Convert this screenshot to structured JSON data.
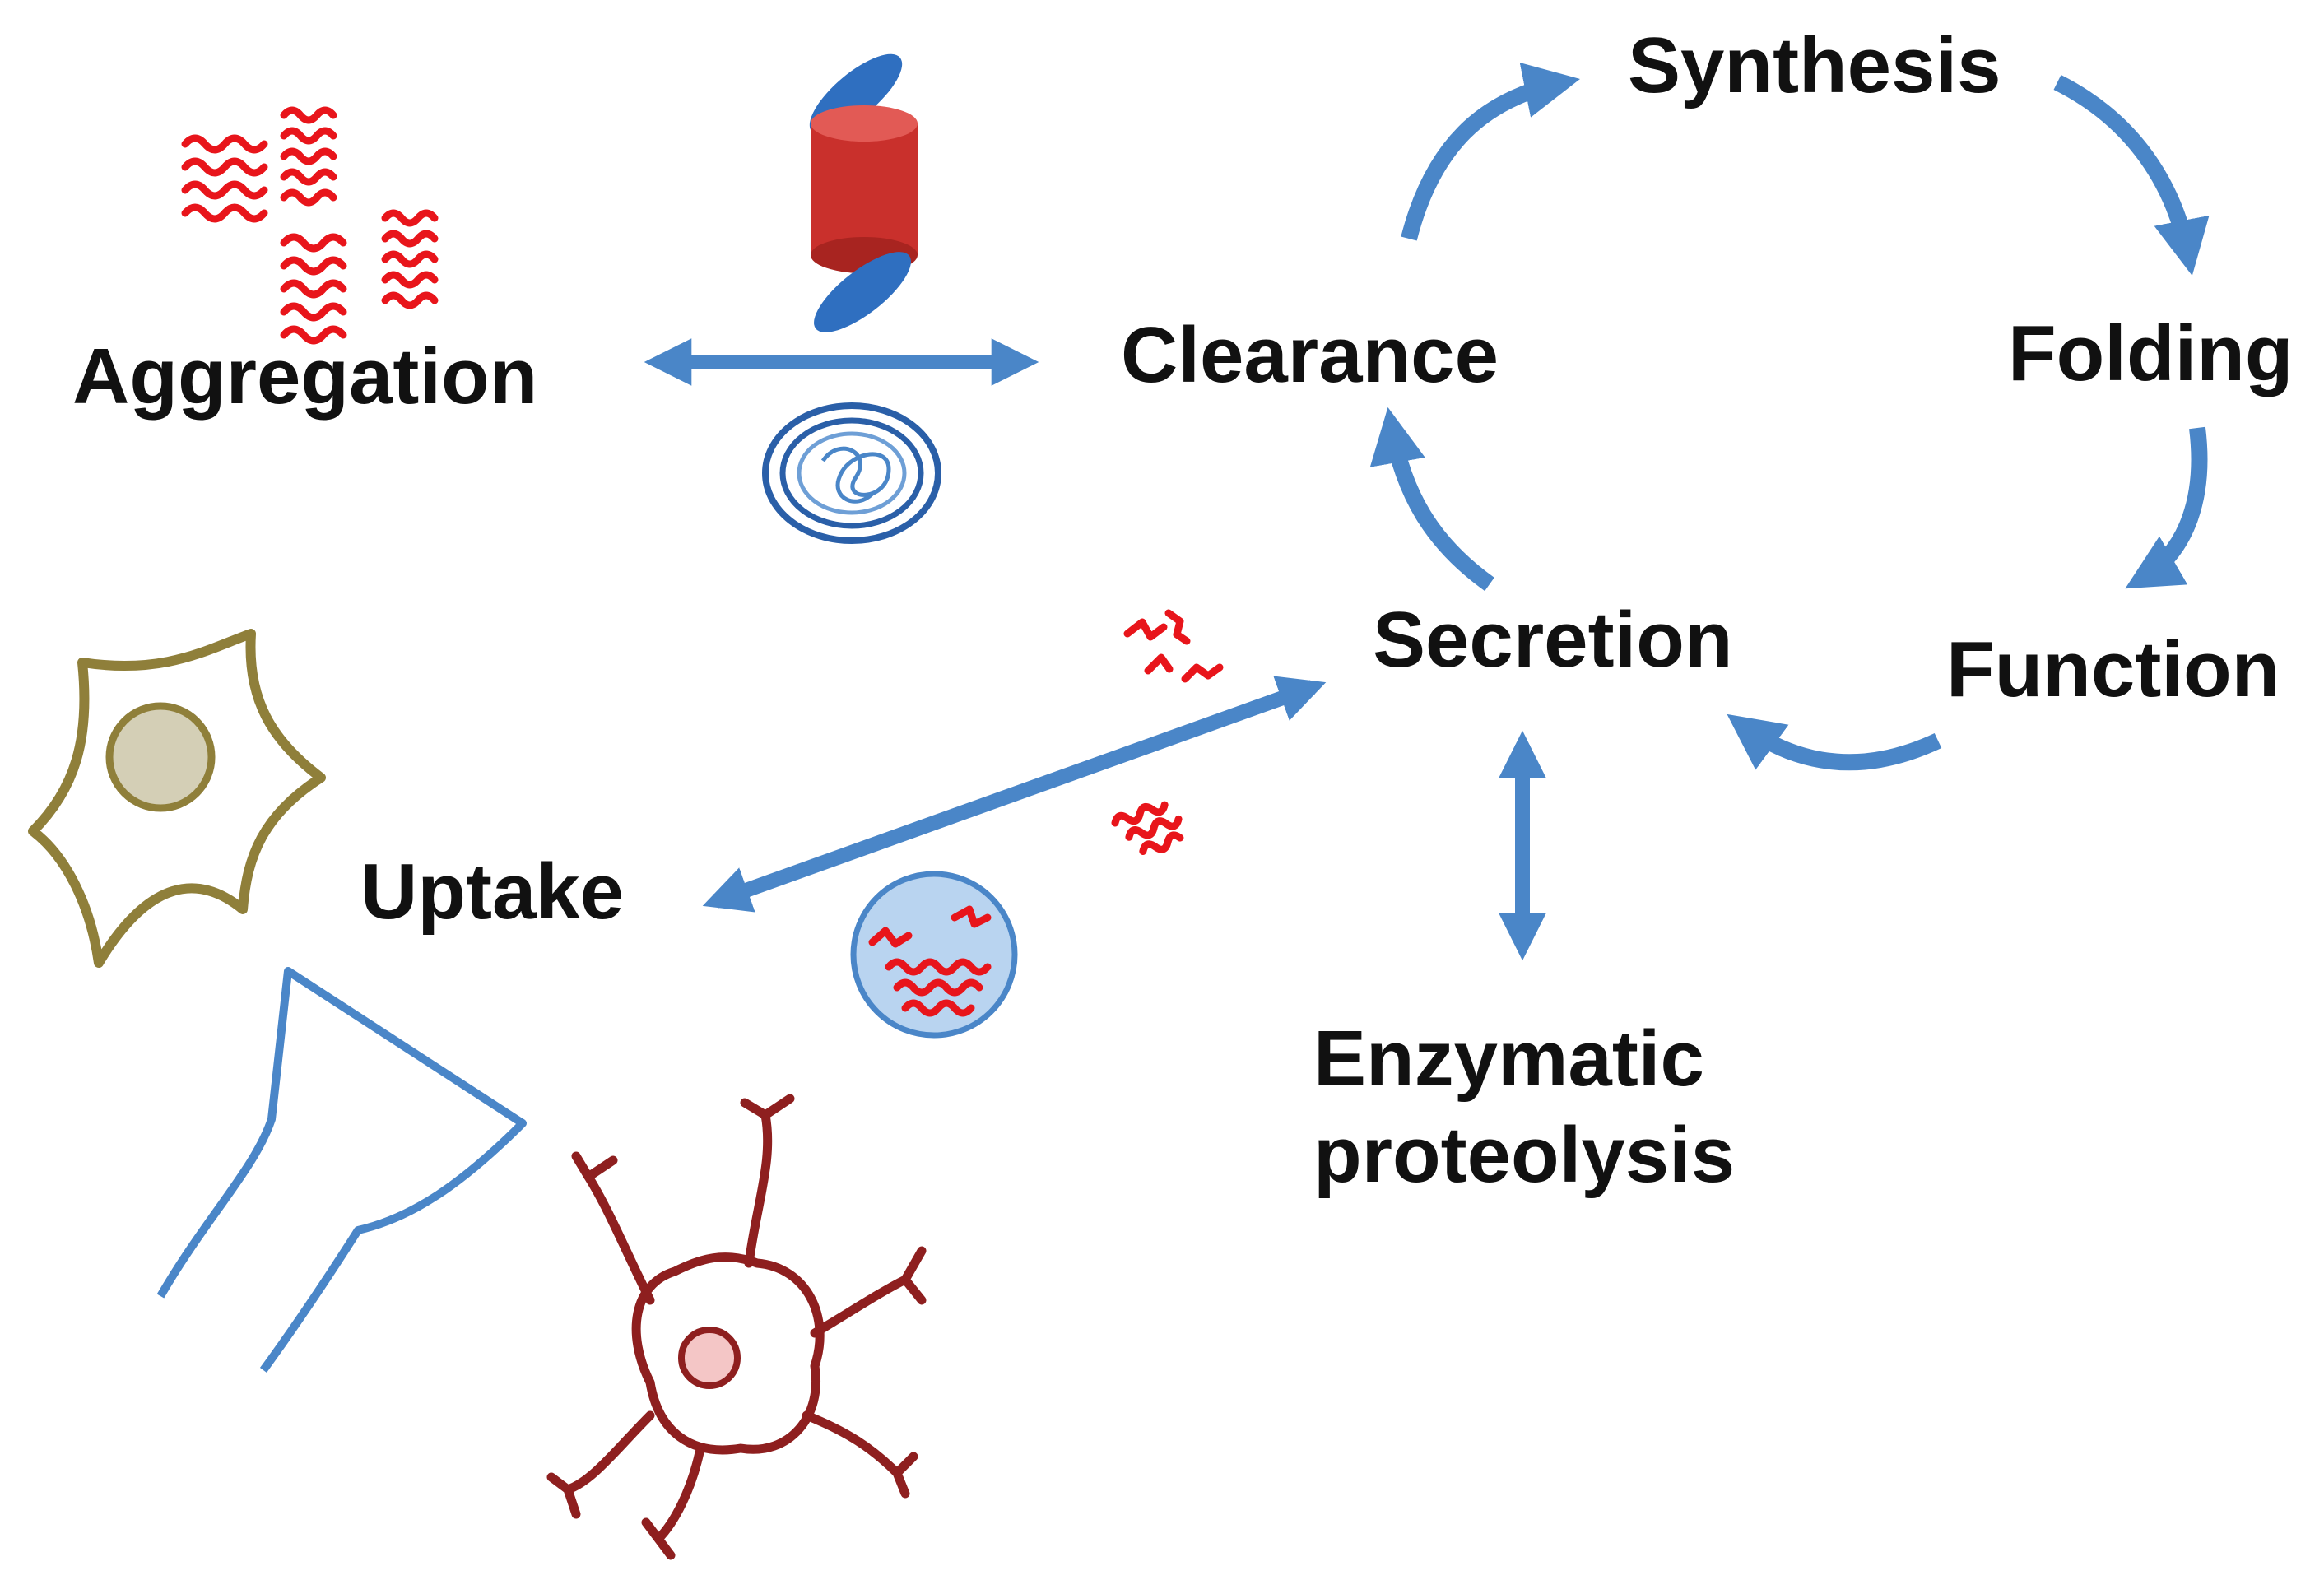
{
  "labels": {
    "synthesis": "Synthesis",
    "folding": "Folding",
    "function": "Function",
    "secretion": "Secretion",
    "clearance": "Clearance",
    "aggregation": "Aggregation",
    "uptake": "Uptake",
    "enzymatic_line1": "Enzymatic",
    "enzymatic_line2": "proteolysis"
  },
  "colors": {
    "arrow": "#4a86c8",
    "protein": "#e8151b",
    "proteasome_core": "#c9302c",
    "proteasome_cap": "#2f6fc0",
    "vesicle_fill": "#b9d4f0",
    "vesicle_stroke": "#4a86c8",
    "astrocyte": "#8f7f3a",
    "astrocyte_nucleus": "#d4cfb6",
    "neuron": "#8e1f1f",
    "neuron_nucleus": "#f4c6c6",
    "vessel": "#4a86c8",
    "text": "#111111"
  },
  "icons": [
    "aggregate-fibril-icon",
    "proteasome-icon",
    "autophagosome-icon",
    "oligomer-icon",
    "vesicle-icon",
    "astrocyte-icon",
    "blood-vessel-icon",
    "neuron-icon"
  ]
}
